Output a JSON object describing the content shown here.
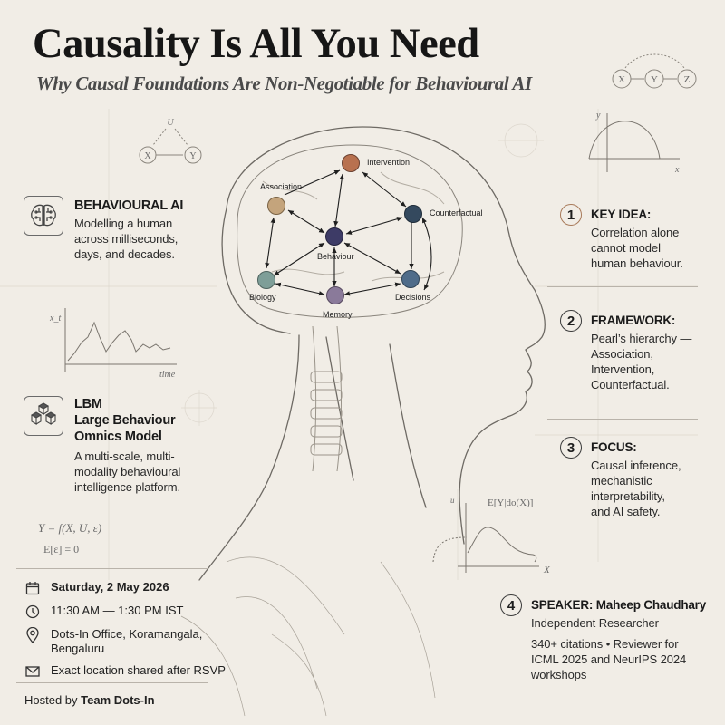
{
  "header": {
    "title": "Causality Is All You Need",
    "subtitle": "Why Causal Foundations Are Non-Negotiable for Behavioural AI"
  },
  "decor": {
    "dag_top_right": [
      "X",
      "Y",
      "Z"
    ],
    "dag_top_left": {
      "confounder": "U",
      "nodes": [
        "X",
        "Y"
      ]
    },
    "plot_top_right": {
      "xlabel": "x",
      "ylabel": "y"
    },
    "timeseries_plot": {
      "ylabel": "x_t",
      "xlabel": "time"
    },
    "do_plot": {
      "title": "E[Y|do(X)]",
      "xlabel": "X",
      "ylabel": "u"
    },
    "equations": [
      "Y = f(X, U, ε)",
      "E[ε] = 0"
    ]
  },
  "left_blocks": [
    {
      "icon": "brain-circuit-icon",
      "title": "BEHAVIOURAL AI",
      "lines": [
        "Modelling a human",
        "across milliseconds,",
        "days, and decades."
      ]
    },
    {
      "icon": "cubes-icon",
      "title_lines": [
        "LBM",
        "Large Behaviour",
        "Omnics Model"
      ],
      "lines": [
        "A multi-scale, multi-",
        "modality behavioural",
        "intelligence platform."
      ]
    }
  ],
  "graph": {
    "nodes": [
      {
        "id": "intervention",
        "label": "Intervention",
        "color": "#b8714f"
      },
      {
        "id": "association",
        "label": "Association",
        "color": "#c4a47c"
      },
      {
        "id": "counterfactual",
        "label": "Counterfactual",
        "color": "#34495e"
      },
      {
        "id": "behaviour",
        "label": "Behaviour",
        "color": "#3d3b66"
      },
      {
        "id": "biology",
        "label": "Biology",
        "color": "#7e9e98"
      },
      {
        "id": "memory",
        "label": "Memory",
        "color": "#8a7a9a"
      },
      {
        "id": "decisions",
        "label": "Decisions",
        "color": "#4f6c8a"
      }
    ]
  },
  "right_points": [
    {
      "num": "1",
      "title": "KEY IDEA:",
      "lines": [
        "Correlation alone",
        "cannot model",
        "human behaviour."
      ]
    },
    {
      "num": "2",
      "title": "FRAMEWORK:",
      "lines": [
        "Pearl’s hierarchy —",
        "Association,",
        "Intervention,",
        "Counterfactual."
      ]
    },
    {
      "num": "3",
      "title": "FOCUS:",
      "lines": [
        "Causal inference,",
        "mechanistic",
        "interpretability,",
        "and AI safety."
      ]
    },
    {
      "num": "4",
      "title": "SPEAKER: Maheep Chaudhary",
      "role": "Independent Researcher",
      "lines": [
        "340+ citations  •  Reviewer for",
        "ICML 2025 and NeurIPS 2024",
        "workshops"
      ]
    }
  ],
  "event": {
    "date": "Saturday, 2 May 2026",
    "time": "11:30 AM — 1:30 PM IST",
    "location_line1": "Dots-In Office, Koramangala,",
    "location_line2": "Bengaluru",
    "note": "Exact location shared after RSVP",
    "hosted_prefix": "Hosted by",
    "hosted_by": "Team Dots-In"
  },
  "colors": {
    "background": "#f1ede6",
    "ink": "#1e1e1e",
    "accent_circle": "#a87a5a"
  }
}
